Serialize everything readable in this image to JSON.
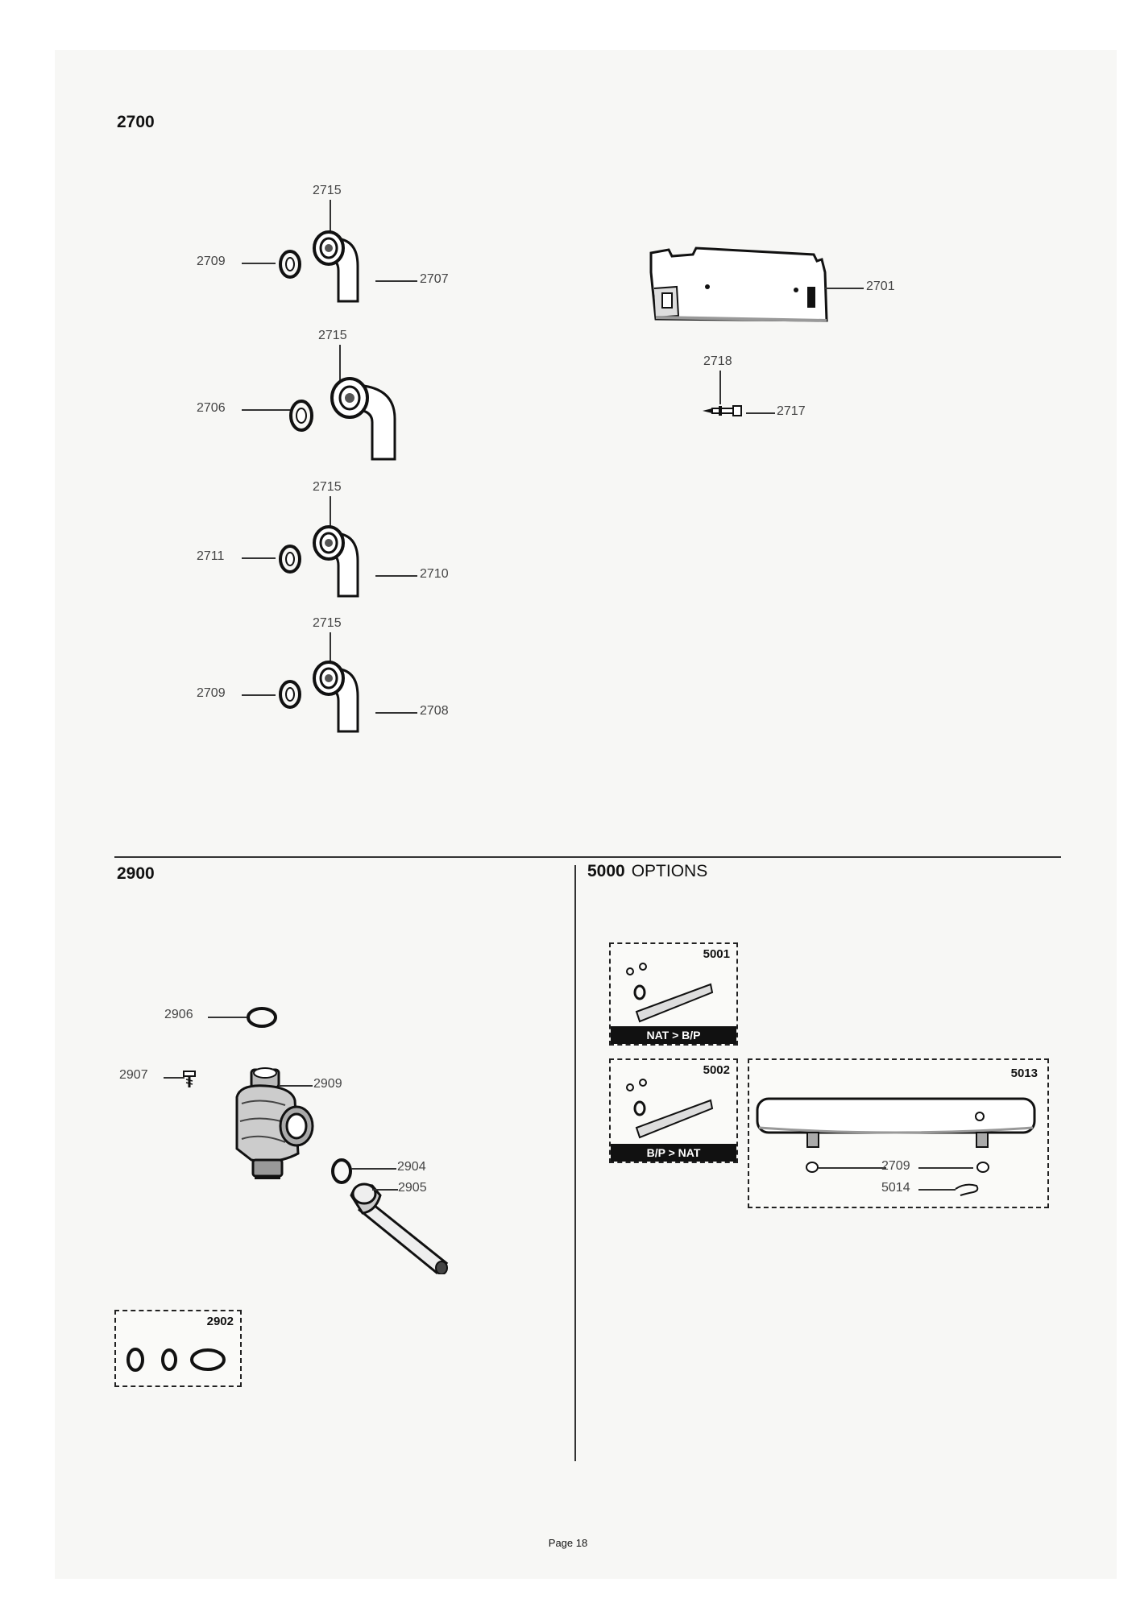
{
  "sections": {
    "s2700": {
      "title": "2700"
    },
    "s2900": {
      "title": "2900"
    },
    "s5000": {
      "title": "5000",
      "subtitle": "OPTIONS"
    }
  },
  "callouts_2700": {
    "elbow1": {
      "top": "2715",
      "washer": "2709",
      "pipe": "2707"
    },
    "elbow2": {
      "top": "2715",
      "washer": "2706"
    },
    "elbow3": {
      "top": "2715",
      "washer": "2711",
      "pipe": "2710"
    },
    "elbow4": {
      "top": "2715",
      "washer": "2709",
      "pipe": "2708"
    },
    "bracket": "2701",
    "pin_top": "2718",
    "pin": "2717"
  },
  "callouts_2900": {
    "oring": "2906",
    "screw": "2907",
    "valve": "2909",
    "washer": "2904",
    "pipe": "2905",
    "kit": "2902"
  },
  "options": {
    "kit5001": {
      "number": "5001",
      "band": "NAT > B/P"
    },
    "kit5002": {
      "number": "5002",
      "band": "B/P > NAT"
    },
    "kit5013": {
      "number": "5013",
      "washer": "2709",
      "clip": "5014"
    }
  },
  "footer": {
    "page": "Page 18"
  }
}
